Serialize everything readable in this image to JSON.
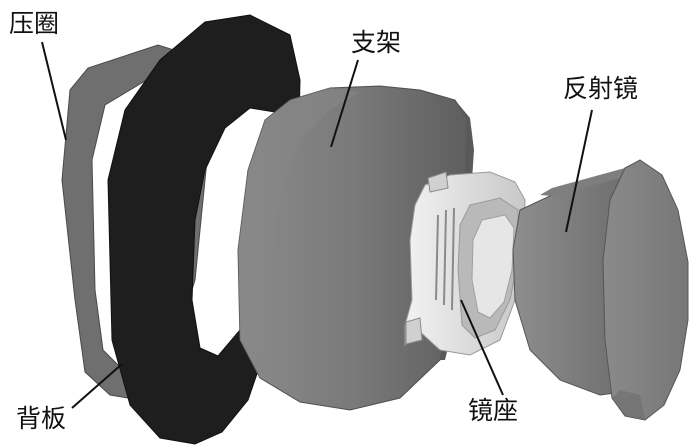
{
  "labels": {
    "pressure_ring": "压圈",
    "bracket": "支架",
    "reflector": "反射镜",
    "back_plate": "背板",
    "mirror_seat": "镜座"
  },
  "colors": {
    "pressure_ring": "#6f6f6f",
    "back_plate": "#1e1e1e",
    "bracket": "#747474",
    "mirror_seat": "#dcdcdc",
    "reflector": "#808080",
    "leader_lines": "#111111"
  }
}
